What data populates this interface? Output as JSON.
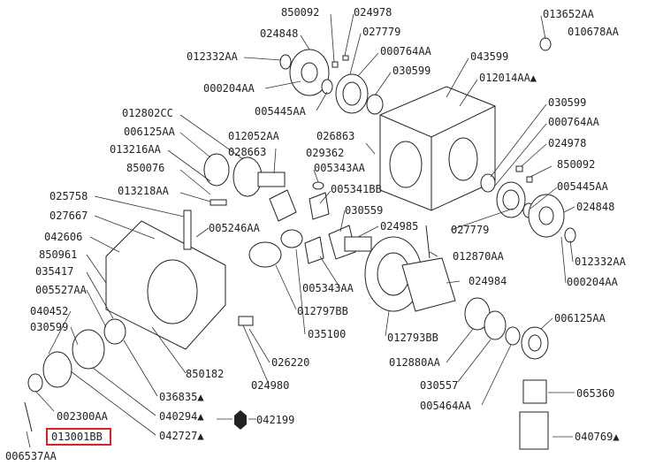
{
  "labels": {
    "l850092a": "850092",
    "l024978a": "024978",
    "l013652": "013652AA",
    "l010678": "010678AA",
    "l024848a": "024848",
    "l027779a": "027779",
    "l012332a": "012332AA",
    "l000764a": "000764AA",
    "l043599": "043599",
    "l000204a": "000204AA",
    "l030599a": "030599",
    "l012014": "012014AA",
    "l005445a": "005445AA",
    "l012802": "012802CC",
    "l030599b": "030599",
    "l006125a": "006125AA",
    "l012052": "012052AA",
    "l000764b": "000764AA",
    "l013216": "013216AA",
    "l028663": "028663",
    "l026863": "026863",
    "l029362": "029362",
    "l024978b": "024978",
    "l850076": "850076",
    "l005343a": "005343AA",
    "l850092b": "850092",
    "l013218": "013218AA",
    "l005341": "005341BB",
    "l005445b": "005445AA",
    "l025758": "025758",
    "l030559": "030559",
    "l024848b": "024848",
    "l027667": "027667",
    "l005246": "005246AA",
    "l024985": "024985",
    "l027779b": "027779",
    "l042606": "042606",
    "l012870": "012870AA",
    "l850961": "850961",
    "l012332b": "012332AA",
    "l035417": "035417",
    "l024984": "024984",
    "l000204b": "000204AA",
    "l005527": "005527AA",
    "l005343b": "005343AA",
    "l040452": "040452",
    "l012797": "012797BB",
    "l006125b": "006125AA",
    "l030599c": "030599",
    "l035100": "035100",
    "l012793": "012793BB",
    "l850182": "850182",
    "l026220": "026220",
    "l012880": "012880AA",
    "l024980": "024980",
    "l030557": "030557",
    "l065360": "065360",
    "l036835": "036835",
    "l005464": "005464AA",
    "l002300": "002300AA",
    "l040294": "040294",
    "l042199": "042199",
    "l042727": "042727",
    "l040769": "040769",
    "l013001": "013001BB",
    "l006537": "006537AA"
  },
  "triangle_glyph": "▲",
  "highlighted_part": "013001BB",
  "highlight_color": "#d22222"
}
